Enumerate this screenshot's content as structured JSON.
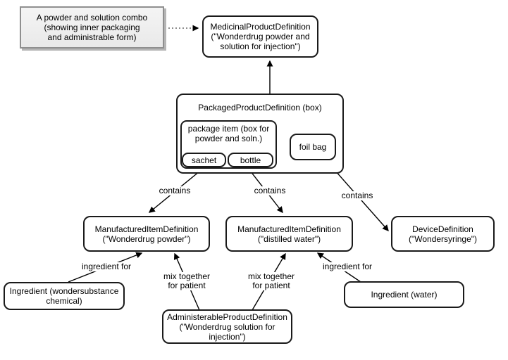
{
  "diagram": {
    "title_note": "A powder and solution combo\n(showing inner packaging\nand administrable form)",
    "colors": {
      "box_border": "#1a1a1a",
      "line": "#000000",
      "dotted_line": "#666666",
      "note_fill": "#efefef",
      "note_border": "#8f8f8f",
      "note_shadow": "#b5b5b5",
      "background": "#ffffff",
      "text": "#000000"
    },
    "nodes": {
      "medicinal_product": {
        "text": "MedicinalProductDefinition\n(\"Wonderdrug powder and\nsolution for injection\")"
      },
      "packaged_product": {
        "text": "PackagedProductDefinition (box)"
      },
      "package_item": {
        "text": "package item (box for\npowder and soln.)"
      },
      "sachet": {
        "text": "sachet"
      },
      "bottle": {
        "text": "bottle"
      },
      "foil_bag": {
        "text": "foil bag"
      },
      "manufactured_item_powder": {
        "text": "ManufacturedItemDefinition\n(\"Wonderdrug powder\")"
      },
      "manufactured_item_water": {
        "text": "ManufacturedItemDefinition\n(\"distilled water\")"
      },
      "device": {
        "text": "DeviceDefinition\n(\"Wondersyringe\")"
      },
      "ingredient_chemical": {
        "text": "Ingredient (wondersubstance\nchemical)"
      },
      "ingredient_water": {
        "text": "Ingredient (water)"
      },
      "administerable_product": {
        "text": "AdministerableProductDefinition\n(\"Wonderdrug solution for\ninjection\")"
      }
    },
    "edge_labels": {
      "contains_sachet": "contains",
      "contains_bottle": "contains",
      "contains_foil_bag": "contains",
      "ingredient_for_left": "ingredient for",
      "ingredient_for_right": "ingredient for",
      "mix_together_left": "mix together\nfor patient",
      "mix_together_right": "mix together\nfor patient"
    }
  }
}
